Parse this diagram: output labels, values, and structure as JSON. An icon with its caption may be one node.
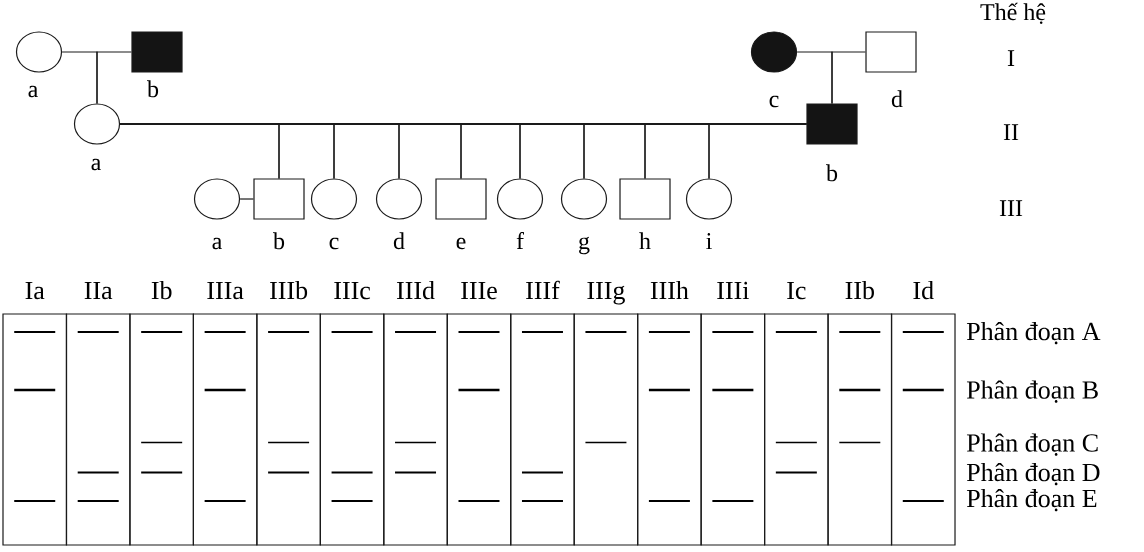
{
  "diagram": {
    "nodes": [
      {
        "text": [],
        "shape": "circle",
        "beside": [
          "a"
        ]
      },
      {
        "text": [],
        "shape": "box",
        "beside": [
          "b"
        ]
      },
      {
        "text": [],
        "shape": "circle",
        "beside": [
          "c"
        ]
      },
      {
        "text": [],
        "shape": "box",
        "beside": [
          "d"
        ]
      },
      {
        "text": [],
        "shape": "circle",
        "beside": [
          "a"
        ]
      },
      {
        "text": [],
        "shape": "box",
        "beside": [
          "b"
        ]
      },
      {
        "text": [],
        "shape": "circle",
        "beside": [
          "a"
        ]
      },
      {
        "text": [],
        "shape": "box",
        "beside": [
          "b"
        ]
      },
      {
        "text": [],
        "shape": "circle",
        "beside": [
          "c"
        ]
      },
      {
        "text": [],
        "shape": "circle",
        "beside": [
          "d"
        ]
      },
      {
        "text": [],
        "shape": "box",
        "beside": [
          "e"
        ]
      },
      {
        "text": [],
        "shape": "circle",
        "beside": [
          "f"
        ]
      },
      {
        "text": [],
        "shape": "circle",
        "beside": [
          "g"
        ]
      },
      {
        "text": [],
        "shape": "box",
        "beside": [
          "h"
        ]
      },
      {
        "text": [],
        "shape": "circle",
        "beside": [
          "i"
        ]
      },
      {
        "text": [
          "Ia"
        ]
      },
      {
        "text": [],
        "shape": "bar",
        "in": 15
      },
      {
        "text": [],
        "shape": "bar",
        "in": 15
      },
      {
        "text": [],
        "shape": "bar",
        "in": 15
      },
      {
        "text": [
          "IIa"
        ]
      },
      {
        "text": [],
        "shape": "bar",
        "in": 19
      },
      {
        "text": [],
        "shape": "bar",
        "in": 19
      },
      {
        "text": [],
        "shape": "bar",
        "in": 19
      },
      {
        "text": [
          "Ib"
        ]
      },
      {
        "text": [],
        "shape": "bar",
        "in": 23
      },
      {
        "text": [],
        "shape": "bar",
        "in": 23
      },
      {
        "text": [],
        "shape": "bar",
        "in": 23
      },
      {
        "text": [
          "IIIa"
        ]
      },
      {
        "text": [],
        "shape": "bar",
        "in": 27
      },
      {
        "text": [],
        "shape": "bar",
        "in": 27
      },
      {
        "text": [],
        "shape": "bar",
        "in": 27
      },
      {
        "text": [
          "IIIb"
        ]
      },
      {
        "text": [],
        "shape": "bar",
        "in": 31
      },
      {
        "text": [],
        "shape": "bar",
        "in": 31
      },
      {
        "text": [],
        "shape": "bar",
        "in": 31
      },
      {
        "text": [
          "IIIc"
        ]
      },
      {
        "text": [],
        "shape": "bar",
        "in": 35
      },
      {
        "text": [],
        "shape": "bar",
        "in": 35
      },
      {
        "text": [],
        "shape": "bar",
        "in": 35
      },
      {
        "text": [
          "IIId"
        ]
      },
      {
        "text": [],
        "shape": "bar",
        "in": 39
      },
      {
        "text": [],
        "shape": "bar",
        "in": 39
      },
      {
        "text": [],
        "shape": "bar",
        "in": 39
      },
      {
        "text": [
          "IIIe"
        ]
      },
      {
        "text": [],
        "shape": "bar",
        "in": 43
      },
      {
        "text": [],
        "shape": "bar",
        "in": 43
      },
      {
        "text": [],
        "shape": "bar",
        "in": 43
      },
      {
        "text": [
          "IIIf"
        ]
      },
      {
        "text": [],
        "shape": "bar",
        "in": 47
      },
      {
        "text": [],
        "shape": "bar",
        "in": 47
      },
      {
        "text": [],
        "shape": "bar",
        "in": 47
      },
      {
        "text": [
          "IIIg"
        ]
      },
      {
        "text": [],
        "shape": "bar",
        "in": 51
      },
      {
        "text": [],
        "shape": "bar",
        "in": 51
      },
      {
        "text": [
          "IIIh"
        ]
      },
      {
        "text": [],
        "shape": "bar",
        "in": 54
      },
      {
        "text": [],
        "shape": "bar",
        "in": 54
      },
      {
        "text": [],
        "shape": "bar",
        "in": 54
      },
      {
        "text": [
          "IIIi"
        ]
      },
      {
        "text": [],
        "shape": "bar",
        "in": 58
      },
      {
        "text": [],
        "shape": "bar",
        "in": 58
      },
      {
        "text": [],
        "shape": "bar",
        "in": 58
      },
      {
        "text": [
          "Ic"
        ]
      },
      {
        "text": [],
        "shape": "bar",
        "in": 62
      },
      {
        "text": [],
        "shape": "bar",
        "in": 62
      },
      {
        "text": [],
        "shape": "bar",
        "in": 62
      },
      {
        "text": [
          "IIb"
        ]
      },
      {
        "text": [],
        "shape": "bar",
        "in": 66
      },
      {
        "text": [],
        "shape": "bar",
        "in": 66
      },
      {
        "text": [],
        "shape": "bar",
        "in": 66
      },
      {
        "text": [
          "Id"
        ]
      },
      {
        "text": [],
        "shape": "bar",
        "in": 70
      },
      {
        "text": [],
        "shape": "bar",
        "in": 70
      },
      {
        "text": [],
        "shape": "bar",
        "in": 70
      }
    ],
    "edges": [
      {
        "from": 0,
        "to": 4,
        "arrow": "none"
      },
      {
        "from": 1,
        "to": 4,
        "arrow": "none"
      },
      {
        "from": 2,
        "to": 5,
        "arrow": "none"
      },
      {
        "from": 3,
        "to": 5,
        "arrow": "none"
      },
      {
        "from": 4,
        "to": 7,
        "arrow": "none"
      },
      {
        "from": 4,
        "to": 8,
        "arrow": "none"
      },
      {
        "from": 4,
        "to": 9,
        "arrow": "none"
      },
      {
        "from": 4,
        "to": 10,
        "arrow": "none"
      },
      {
        "from": 4,
        "to": 11,
        "arrow": "none"
      },
      {
        "from": 4,
        "to": 12,
        "arrow": "none"
      },
      {
        "from": 4,
        "to": 13,
        "arrow": "none"
      },
      {
        "from": 4,
        "to": 14,
        "arrow": "none"
      },
      {
        "from": 5,
        "to": 7,
        "arrow": "none"
      },
      {
        "from": 5,
        "to": 8,
        "arrow": "none"
      },
      {
        "from": 5,
        "to": 9,
        "arrow": "none"
      },
      {
        "from": 5,
        "to": 10,
        "arrow": "none"
      },
      {
        "from": 5,
        "to": 11,
        "arrow": "none"
      },
      {
        "from": 5,
        "to": 12,
        "arrow": "none"
      },
      {
        "from": 5,
        "to": 13,
        "arrow": "none"
      },
      {
        "from": 5,
        "to": 14,
        "arrow": "none"
      },
      {
        "from": 6,
        "to": 7,
        "arrow": "none"
      }
    ],
    "labels": [
      "Thế hệ",
      "I",
      "II",
      "III",
      "Phân đoạn A",
      "Phân đoạn B",
      "Phân đoạn C",
      "Phân đoạn D",
      "Phân đoạn E"
    ]
  }
}
